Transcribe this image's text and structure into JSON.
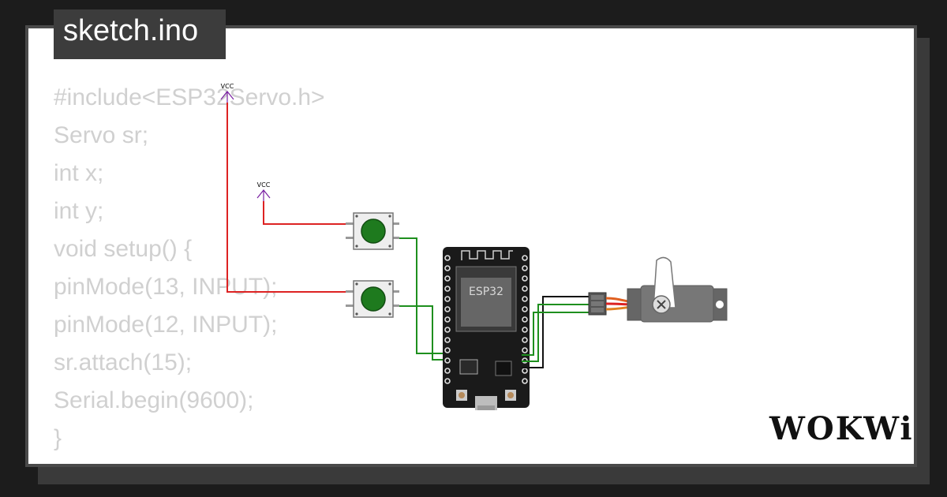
{
  "title": "sketch.ino",
  "code_lines": [
    "#include<ESP32Servo.h>",
    "Servo sr;",
    "int x;",
    "int y;",
    "void setup() {",
    "pinMode(13, INPUT);",
    "pinMode(12, INPUT);",
    "sr.attach(15);",
    "Serial.begin(9600);",
    "}"
  ],
  "vcc_label": "VCC",
  "board_label": "ESP32",
  "logo": "WOKWi",
  "colors": {
    "background": "#1c1c1c",
    "tab": "#3c3c3c",
    "code_text": "#d0d0d0",
    "wire_red": "#dd2222",
    "wire_green": "#1e8f1e",
    "wire_black": "#111111",
    "button_green": "#1e7a1e"
  },
  "icons": [
    "vcc-arrow-icon",
    "pushbutton-icon",
    "esp32-board-icon",
    "servo-icon"
  ]
}
